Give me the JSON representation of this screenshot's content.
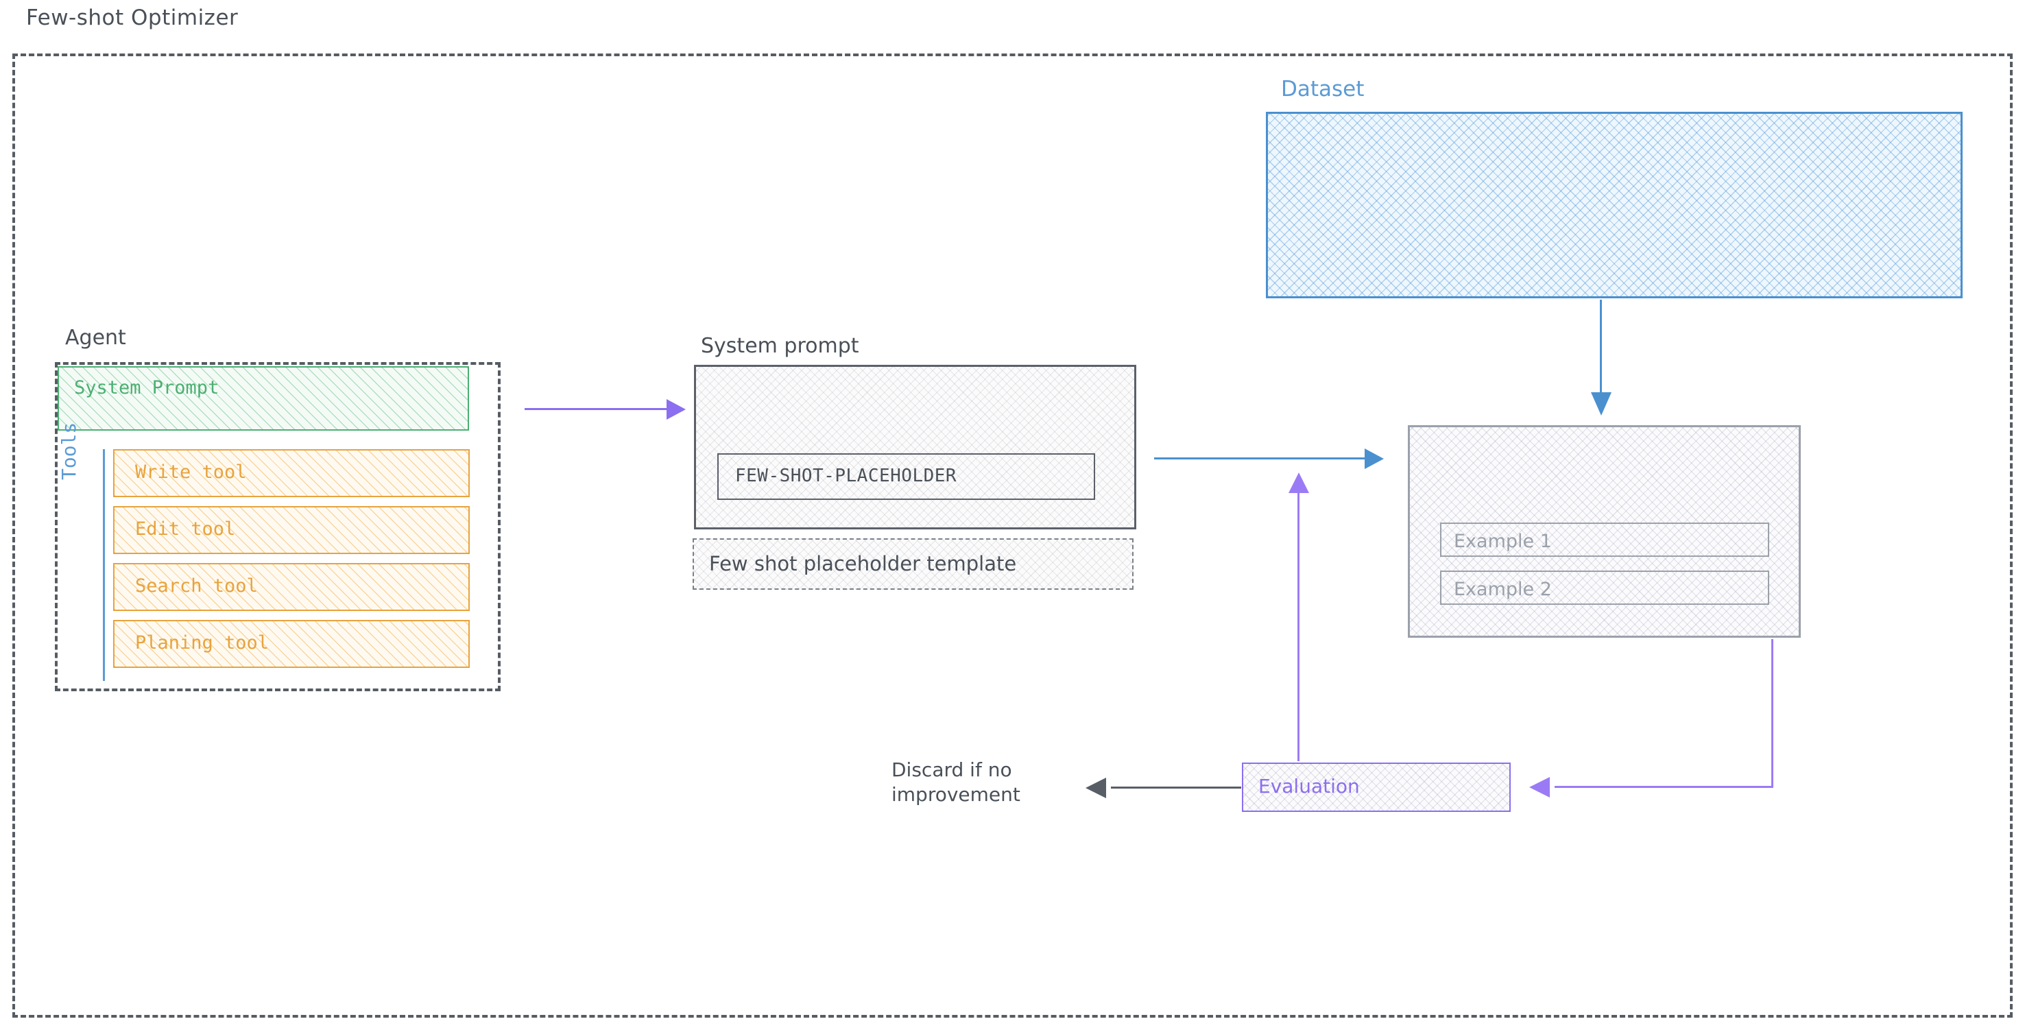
{
  "frame": {
    "title": "Few-shot Optimizer"
  },
  "agent": {
    "label": "Agent",
    "system_prompt_label": "System Prompt",
    "tools_rail_label": "Tools",
    "tools": [
      {
        "label": "Write tool"
      },
      {
        "label": "Edit tool"
      },
      {
        "label": "Search tool"
      },
      {
        "label": "Planing tool"
      }
    ]
  },
  "system_prompt": {
    "label": "System prompt",
    "placeholder_token": "FEW-SHOT-PLACEHOLDER",
    "template_label": "Few shot placeholder template"
  },
  "dataset": {
    "label": "Dataset"
  },
  "examples": {
    "rows": [
      {
        "label": "Example 1"
      },
      {
        "label": "Example 2"
      }
    ]
  },
  "evaluation": {
    "label": "Evaluation",
    "discard_note": "Discard if no improvement"
  },
  "colors": {
    "frame_stroke": "#565c63",
    "green": "#4caf72",
    "orange": "#e8a33d",
    "blue": "#4a90cf",
    "rail_blue": "#5b9bd5",
    "purple": "#8c6ef0",
    "gray_stroke": "#9ba1ab",
    "text_gray": "#4a5058"
  }
}
